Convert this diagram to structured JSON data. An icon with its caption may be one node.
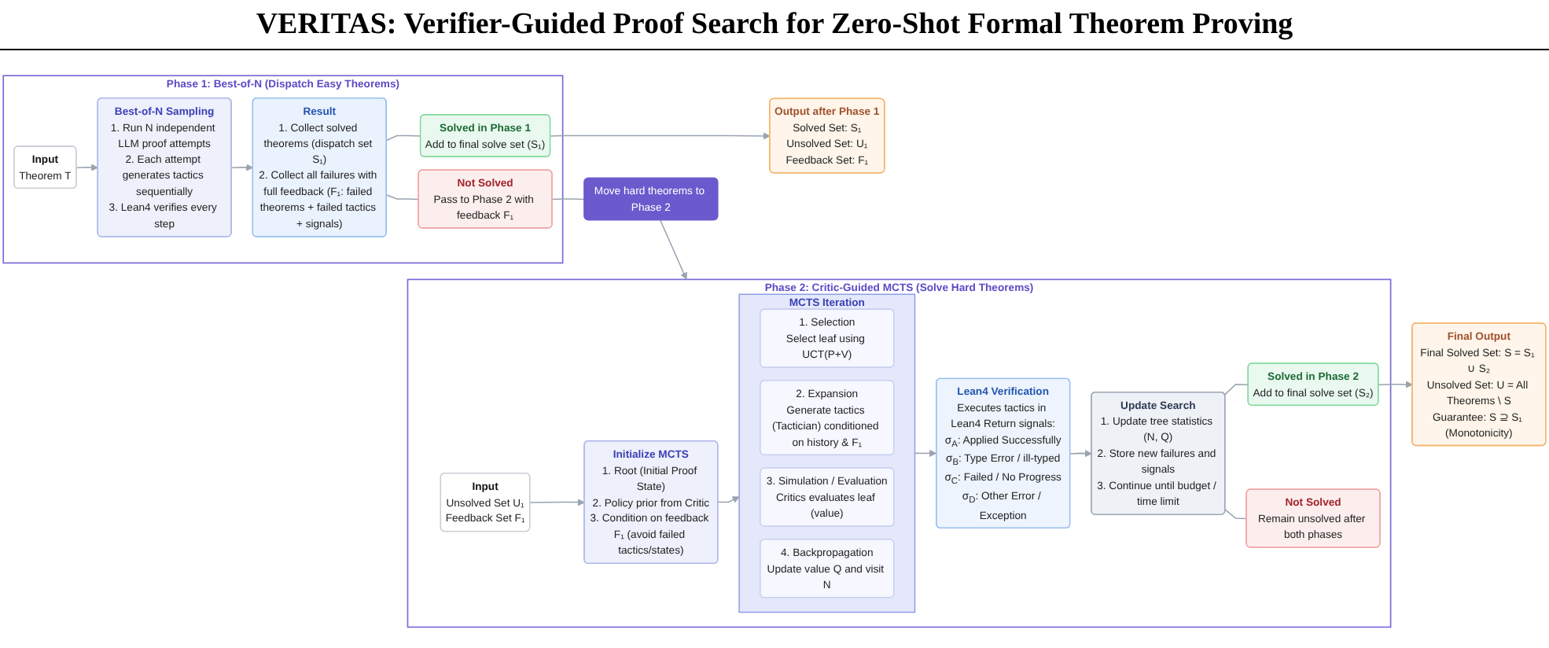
{
  "diagram": {
    "title": "VERITAS: Verifier-Guided Proof Search for Zero-Shot Formal Theorem Proving",
    "nodes": [
      {
        "text": [
          "Phase 1: Best-of-N (Dispatch Easy Theorems)"
        ]
      },
      {
        "text": [
          "Input",
          "Theorem T"
        ],
        "in": 0
      },
      {
        "text": [
          "Best-of-N Sampling",
          "1. Run N independent LLM proof attempts",
          "2. Each attempt generates tactics sequentially",
          "3. Lean4 verifies every step"
        ],
        "in": 0
      },
      {
        "text": [
          "Result",
          "1. Collect solved theorems (dispatch set S₁)",
          "2. Collect all failures with full feedback (F₁: failed theorems + failed tactics + signals)"
        ],
        "in": 0
      },
      {
        "text": [
          "Solved in Phase 1",
          "Add to final solve set (S₁)"
        ],
        "in": 0
      },
      {
        "text": [
          "Not Solved",
          "Pass to Phase 2 with feedback F₁"
        ],
        "in": 0
      },
      {
        "text": [
          "Output after Phase 1",
          "Solved Set: S₁",
          "Unsolved Set: U₁",
          "Feedback Set: F₁"
        ]
      },
      {
        "text": [
          "Move hard theorems to Phase 2"
        ]
      },
      {
        "text": [
          "Phase 2: Critic-Guided MCTS (Solve Hard Theorems)"
        ]
      },
      {
        "text": [
          "Input",
          "Unsolved Set U₁",
          "Feedback Set F₁"
        ],
        "in": 8
      },
      {
        "text": [
          "Initialize MCTS",
          "1. Root (Initial Proof State)",
          "2. Policy prior from Critic",
          "3. Condition on feedback F₁ (avoid failed tactics/states)"
        ],
        "in": 8
      },
      {
        "text": [
          "MCTS Iteration"
        ],
        "in": 8
      },
      {
        "text": [
          "1. Selection",
          "Select leaf using UCT(P+V)"
        ],
        "in": 11
      },
      {
        "text": [
          "2. Expansion",
          "Generate tactics (Tactician) conditioned on history & F₁"
        ],
        "in": 11
      },
      {
        "text": [
          "3. Simulation / Evaluation",
          "Critics evaluates leaf (value)"
        ],
        "in": 11
      },
      {
        "text": [
          "4. Backpropagation",
          "Update value Q and visit N"
        ],
        "in": 11
      },
      {
        "text": [
          "Lean4 Verification",
          "Executes tactics in Lean4 Return signals:",
          "σ$_{A}$: Applied Successfully",
          "σ$_{B}$: Type Error / ill-typed",
          "σ$_{C}$: Failed / No Progress",
          "σ$_{D}$: Other Error / Exception"
        ],
        "in": 8
      },
      {
        "text": [
          "Update Search",
          "1. Update tree statistics (N, Q)",
          "2. Store new failures and signals",
          "3. Continue until budget / time limit"
        ],
        "in": 8
      },
      {
        "text": [
          "Solved in Phase 2",
          "Add to final solve set (S₂)"
        ],
        "in": 8
      },
      {
        "text": [
          "Not Solved",
          "Remain unsolved after both phases"
        ],
        "in": 8
      },
      {
        "text": [
          "Final Output",
          "Final Solved Set: S = S₁ ∪ S₂",
          "Unsolved Set: U = All Theorems \\ S",
          "Guarantee: S ⊇ S₁ (Monotonicity)"
        ]
      }
    ],
    "edges": [
      {
        "from": 1,
        "to": 2,
        "arrow": "to"
      },
      {
        "from": 2,
        "to": 3,
        "arrow": "to"
      },
      {
        "from": 3,
        "to": 4,
        "arrow": "none"
      },
      {
        "from": 3,
        "to": 5,
        "arrow": "none"
      },
      {
        "from": 4,
        "to": 6,
        "arrow": "to"
      },
      {
        "from": 5,
        "to": 7,
        "arrow": "none"
      },
      {
        "from": 7,
        "to": 8,
        "arrow": "to"
      },
      {
        "from": 9,
        "to": 10,
        "arrow": "to"
      },
      {
        "from": 10,
        "to": 11,
        "arrow": "to"
      },
      {
        "from": 11,
        "to": 16,
        "arrow": "to"
      },
      {
        "from": 16,
        "to": 17,
        "arrow": "to"
      },
      {
        "from": 17,
        "to": 18,
        "arrow": "none"
      },
      {
        "from": 17,
        "to": 19,
        "arrow": "none"
      },
      {
        "from": 18,
        "to": 20,
        "arrow": "to"
      }
    ]
  }
}
